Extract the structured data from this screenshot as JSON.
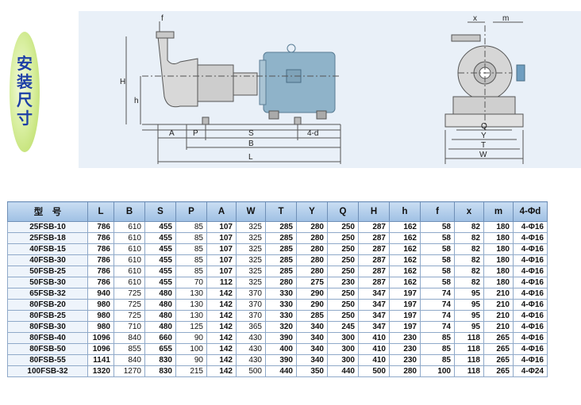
{
  "side_title": [
    "安",
    "装",
    "尺",
    "寸"
  ],
  "diagram": {
    "labels": {
      "f": "f",
      "H": "H",
      "h": "h",
      "A": "A",
      "P": "P",
      "S": "S",
      "B": "B",
      "L": "L",
      "four_d": "4-d",
      "x": "x",
      "m": "m",
      "Q": "Q",
      "Y": "Y",
      "T": "T",
      "W": "W"
    }
  },
  "table": {
    "headers": [
      "型　号",
      "L",
      "B",
      "S",
      "P",
      "A",
      "W",
      "T",
      "Y",
      "Q",
      "H",
      "h",
      "f",
      "x",
      "m",
      "4-Φd"
    ],
    "rows": [
      [
        "25FSB-10",
        "786",
        "610",
        "455",
        "85",
        "107",
        "325",
        "285",
        "280",
        "250",
        "287",
        "162",
        "58",
        "82",
        "180",
        "4-Φ16"
      ],
      [
        "25FSB-18",
        "786",
        "610",
        "455",
        "85",
        "107",
        "325",
        "285",
        "280",
        "250",
        "287",
        "162",
        "58",
        "82",
        "180",
        "4-Φ16"
      ],
      [
        "40FSB-15",
        "786",
        "610",
        "455",
        "85",
        "107",
        "325",
        "285",
        "280",
        "250",
        "287",
        "162",
        "58",
        "82",
        "180",
        "4-Φ16"
      ],
      [
        "40FSB-30",
        "786",
        "610",
        "455",
        "85",
        "107",
        "325",
        "285",
        "280",
        "250",
        "287",
        "162",
        "58",
        "82",
        "180",
        "4-Φ16"
      ],
      [
        "50FSB-25",
        "786",
        "610",
        "455",
        "85",
        "107",
        "325",
        "285",
        "280",
        "250",
        "287",
        "162",
        "58",
        "82",
        "180",
        "4-Φ16"
      ],
      [
        "50FSB-30",
        "786",
        "610",
        "455",
        "70",
        "112",
        "325",
        "280",
        "275",
        "230",
        "287",
        "162",
        "58",
        "82",
        "180",
        "4-Φ16"
      ],
      [
        "65FSB-32",
        "940",
        "725",
        "480",
        "130",
        "142",
        "370",
        "330",
        "290",
        "250",
        "347",
        "197",
        "74",
        "95",
        "210",
        "4-Φ16"
      ],
      [
        "80FSB-20",
        "980",
        "725",
        "480",
        "130",
        "142",
        "370",
        "330",
        "290",
        "250",
        "347",
        "197",
        "74",
        "95",
        "210",
        "4-Φ16"
      ],
      [
        "80FSB-25",
        "980",
        "725",
        "480",
        "130",
        "142",
        "370",
        "330",
        "285",
        "250",
        "347",
        "197",
        "74",
        "95",
        "210",
        "4-Φ16"
      ],
      [
        "80FSB-30",
        "980",
        "710",
        "480",
        "125",
        "142",
        "365",
        "320",
        "340",
        "245",
        "347",
        "197",
        "74",
        "95",
        "210",
        "4-Φ16"
      ],
      [
        "80FSB-40",
        "1096",
        "840",
        "660",
        "90",
        "142",
        "430",
        "390",
        "340",
        "300",
        "410",
        "230",
        "85",
        "118",
        "265",
        "4-Φ16"
      ],
      [
        "80FSB-50",
        "1096",
        "855",
        "655",
        "100",
        "142",
        "430",
        "400",
        "340",
        "300",
        "410",
        "230",
        "85",
        "118",
        "265",
        "4-Φ16"
      ],
      [
        "80FSB-55",
        "1141",
        "840",
        "830",
        "90",
        "142",
        "430",
        "390",
        "340",
        "300",
        "410",
        "230",
        "85",
        "118",
        "265",
        "4-Φ16"
      ],
      [
        "100FSB-32",
        "1320",
        "1270",
        "830",
        "215",
        "142",
        "500",
        "440",
        "350",
        "440",
        "500",
        "280",
        "100",
        "118",
        "265",
        "4-Φ24"
      ]
    ]
  }
}
